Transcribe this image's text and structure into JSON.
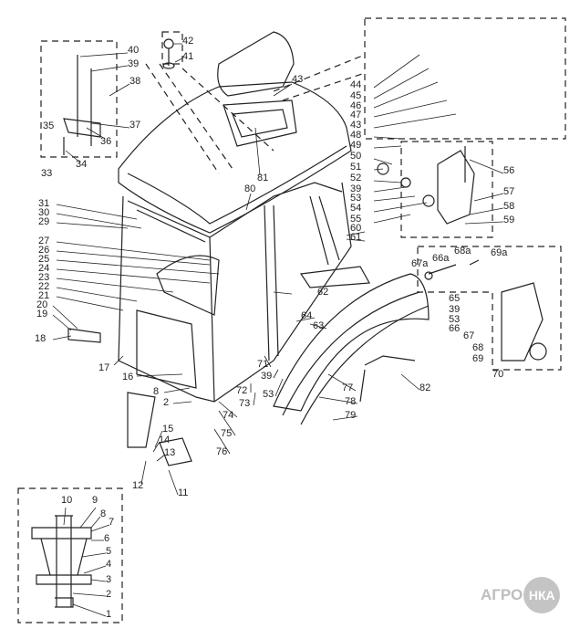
{
  "diagram": {
    "callouts": [
      "40",
      "39",
      "38",
      "37",
      "36",
      "35",
      "34",
      "42",
      "41",
      "43",
      "81",
      "80",
      "33",
      "31",
      "30",
      "29",
      "27",
      "26",
      "25",
      "24",
      "23",
      "22",
      "21",
      "20",
      "19",
      "18",
      "17",
      "16",
      "8",
      "2",
      "44",
      "45",
      "46",
      "47",
      "43",
      "48",
      "49",
      "50",
      "51",
      "52",
      "39",
      "53",
      "54",
      "55",
      "60",
      "61",
      "56",
      "57",
      "58",
      "59",
      "67a",
      "66a",
      "68a",
      "69a",
      "65",
      "39",
      "53",
      "66",
      "67",
      "68",
      "69",
      "70",
      "62",
      "64",
      "63",
      "71",
      "39",
      "53",
      "72",
      "73",
      "74",
      "75",
      "76",
      "77",
      "78",
      "79",
      "82",
      "15",
      "14",
      "13",
      "12",
      "11",
      "10",
      "9",
      "8",
      "7",
      "6",
      "5",
      "4",
      "3",
      "2",
      "1"
    ],
    "watermark_logo": {
      "left_text": "АГРО",
      "circle_text": "НКА"
    }
  }
}
